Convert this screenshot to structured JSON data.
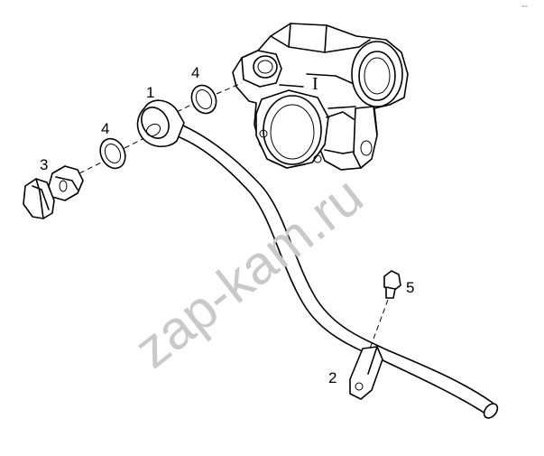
{
  "watermark": "zap-kam.ru",
  "corner_mark": "~~",
  "housing_label": "I",
  "callouts": [
    {
      "id": "banjo-fitting",
      "label": "1"
    },
    {
      "id": "clamp",
      "label": "2"
    },
    {
      "id": "banjo-bolt",
      "label": "3"
    },
    {
      "id": "washer-upper",
      "label": "4"
    },
    {
      "id": "washer-lower",
      "label": "4"
    },
    {
      "id": "screw",
      "label": "5"
    }
  ]
}
